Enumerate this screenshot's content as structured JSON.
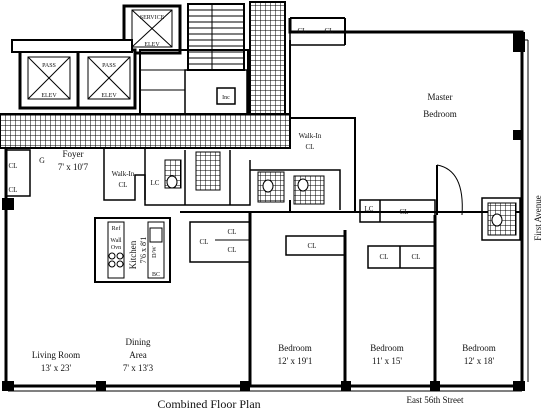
{
  "plan": {
    "title": "Combined Floor Plan",
    "street_bottom": "East 56th Street",
    "street_right": "First Avenue"
  },
  "elevators": {
    "service": [
      "SERVICE",
      "ELEV"
    ],
    "pass_left": [
      "PASS",
      "ELEV"
    ],
    "pass_right": [
      "PASS",
      "ELEV"
    ]
  },
  "rooms": {
    "master_bedroom": [
      "Master",
      "Bedroom"
    ],
    "foyer": [
      "Foyer",
      "7' x 10'7"
    ],
    "kitchen": [
      "Kitchen",
      "7'6 x 8'1"
    ],
    "living_room": [
      "Living Room",
      "13' x 23'"
    ],
    "dining_area": [
      "Dining",
      "Area",
      "7' x 13'3"
    ],
    "bedroom_1": [
      "Bedroom",
      "12' x 19'1"
    ],
    "bedroom_2": [
      "Bedroom",
      "11' x 15'"
    ],
    "bedroom_3": [
      "Bedroom",
      "12' x 18'"
    ]
  },
  "small_labels": {
    "cl": "CL",
    "lc": "LC",
    "inc": "Inc",
    "g": "G",
    "walkin_cl": [
      "Walk-In",
      "CL"
    ],
    "walkin_cl_2": [
      "Walk-In",
      "CL"
    ],
    "ref": "Ref",
    "wall": "Wall",
    "ovn": "Ovn",
    "dw": "D/W",
    "bc": "BC"
  }
}
